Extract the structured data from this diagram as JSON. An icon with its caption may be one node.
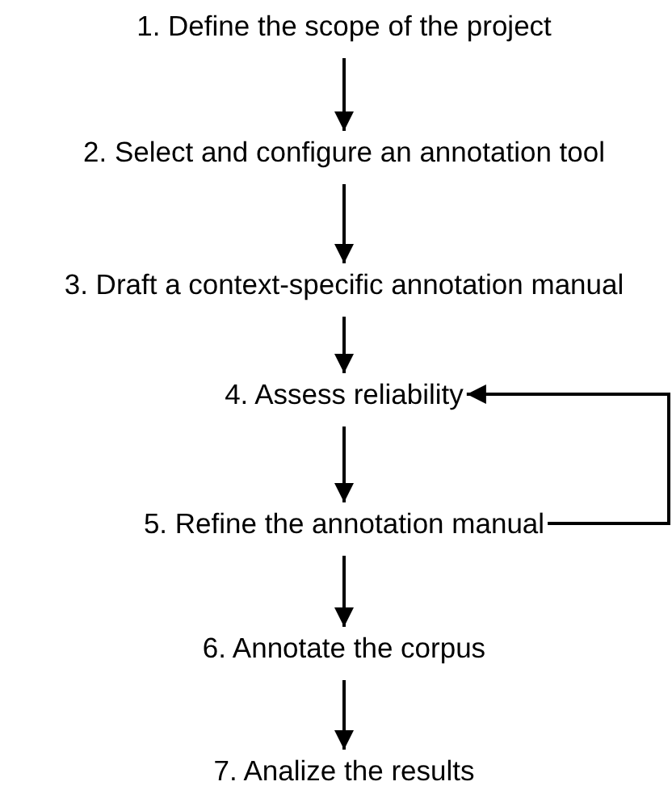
{
  "diagram": {
    "nodes": [
      {
        "text": [
          "1. Define the scope of the project"
        ]
      },
      {
        "text": [
          "2. Select and configure an annotation tool"
        ]
      },
      {
        "text": [
          "3. Draft a context-specific annotation manual"
        ]
      },
      {
        "text": [
          "4. Assess reliability"
        ]
      },
      {
        "text": [
          "5. Refine the annotation manual"
        ]
      },
      {
        "text": [
          "6. Annotate the corpus"
        ]
      },
      {
        "text": [
          "7. Analize the results"
        ]
      }
    ],
    "edges": [
      {
        "from": 0,
        "to": 1,
        "arrow": "to"
      },
      {
        "from": 1,
        "to": 2,
        "arrow": "to"
      },
      {
        "from": 2,
        "to": 3,
        "arrow": "to"
      },
      {
        "from": 3,
        "to": 4,
        "arrow": "to"
      },
      {
        "from": 4,
        "to": 3,
        "arrow": "to"
      },
      {
        "from": 4,
        "to": 5,
        "arrow": "to"
      },
      {
        "from": 5,
        "to": 6,
        "arrow": "to"
      }
    ]
  }
}
